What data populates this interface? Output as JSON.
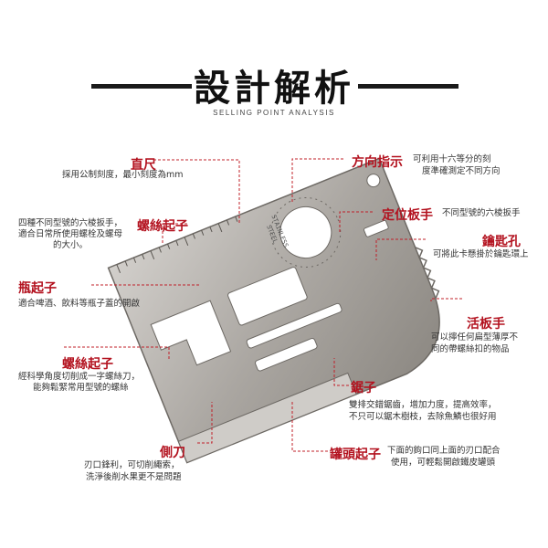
{
  "header": {
    "title": "設計解析",
    "subtitle": "SELLING POINT ANALYSIS"
  },
  "card_engraving": {
    "line1": "STAINLESS",
    "line2": "STEEL"
  },
  "features": [
    {
      "label": "直尺",
      "desc": [
        "採用公制刻度，最小刻度為mm"
      ]
    },
    {
      "label": "螺絲起子",
      "desc": [
        "四種不同型號的六棱扳手，",
        "適合日常所使用螺栓及螺母",
        "的大小。"
      ]
    },
    {
      "label": "瓶起子",
      "desc": [
        "適合啤酒、飲料等瓶子蓋的開啟"
      ]
    },
    {
      "label": "螺絲起子",
      "desc": [
        "經科學角度切削成一字螺絲刀，",
        "能夠鬆緊常用型號的螺絲"
      ]
    },
    {
      "label": "側刀",
      "desc": [
        "刃口鋒利，可切削繩索，",
        "洗淨後削水果更不是問題"
      ]
    },
    {
      "label": "方向指示",
      "desc": [
        "可利用十六等分的刻",
        "度準確測定不同方向"
      ]
    },
    {
      "label": "定位板手",
      "desc": [
        "不同型號的六棱扳手"
      ]
    },
    {
      "label": "鑰匙孔",
      "desc": [
        "可將此卡懸掛於鑰匙環上"
      ]
    },
    {
      "label": "活板手",
      "desc": [
        "可以擰任何扁型薄厚不",
        "同的帶螺絲扣的物品"
      ]
    },
    {
      "label": "鋸子",
      "desc": [
        "雙排交錯鋸齒，增加力度，提高效率，",
        "不只可以鋸木樹枝，去除魚鱗也很好用"
      ]
    },
    {
      "label": "罐頭起子",
      "desc": [
        "下面的鉤口同上面的刃口配合",
        "使用，可輕鬆開啟鐵皮罐頭"
      ]
    }
  ],
  "colors": {
    "accent": "#b3121f",
    "leader": "#c0202a",
    "steel": "#a7a39e"
  }
}
